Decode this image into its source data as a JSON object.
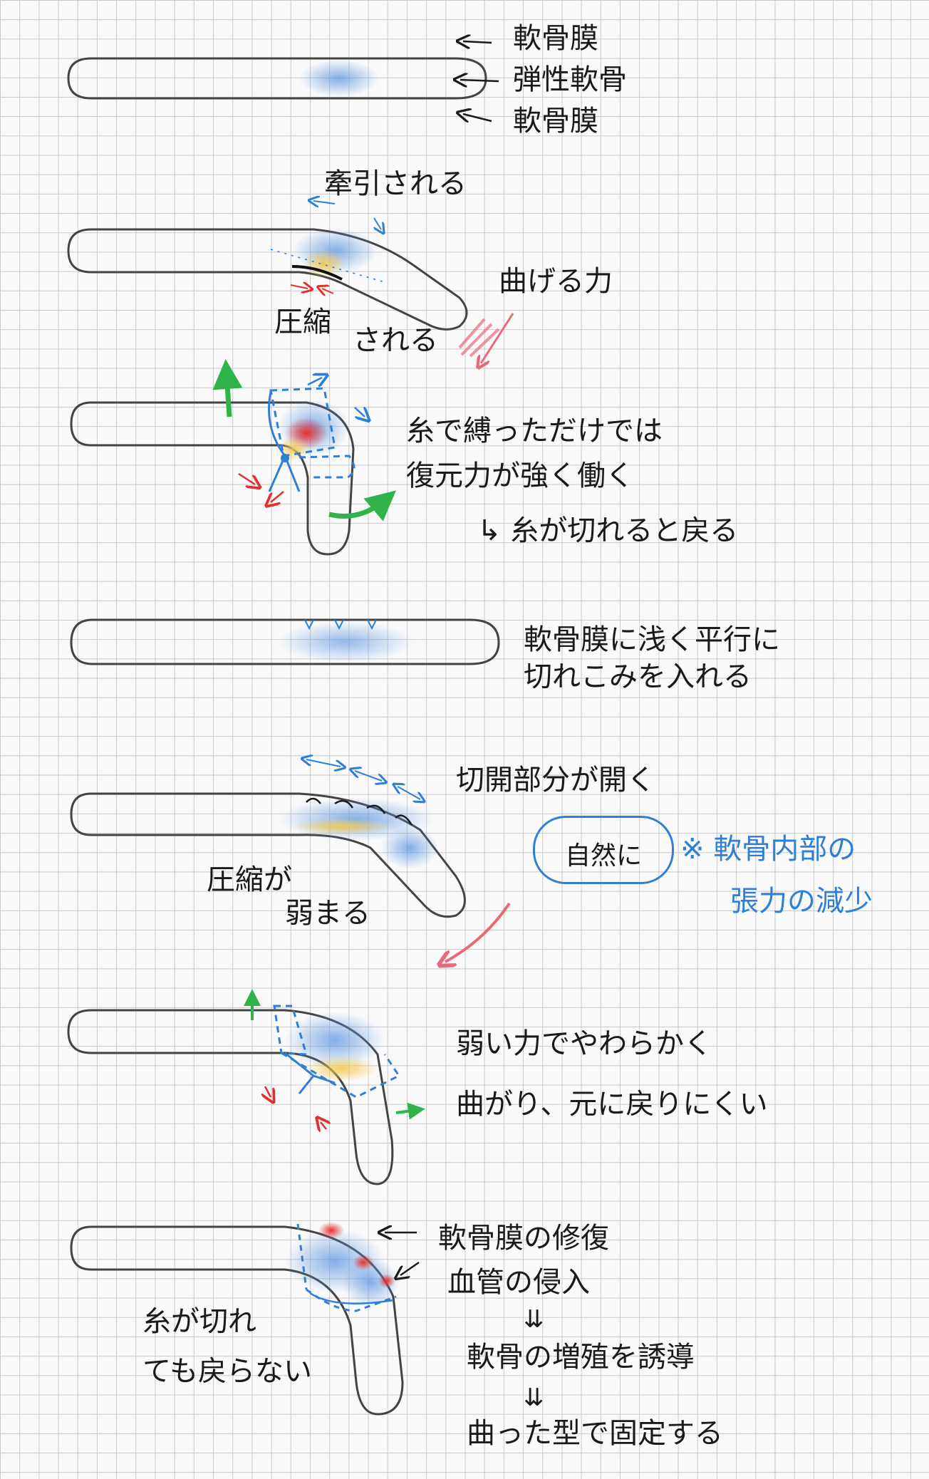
{
  "fig1": {
    "top_label": "軟骨膜",
    "mid_label": "弾性軟骨",
    "bottom_label": "軟骨膜"
  },
  "fig2": {
    "tension_label": "牽引される",
    "force_label": "曲げる力",
    "compress_label_1": "圧縮",
    "compress_label_2": "される"
  },
  "fig3": {
    "note_line1": "糸で縛っただけでは",
    "note_line2": "復元力が強く働く",
    "note_line3": "↳ 糸が切れると戻る"
  },
  "fig4": {
    "note_line1": "軟骨膜に浅く平行に",
    "note_line2": "切れこみを入れる"
  },
  "fig5": {
    "open_label": "切開部分が開く",
    "bubble_label": "自然に",
    "blue_note_line1": "※ 軟骨内部の",
    "blue_note_line2": "張力の減少",
    "compress_label_1": "圧縮が",
    "compress_label_2": "弱まる"
  },
  "fig6": {
    "note_line1": "弱い力でやわらかく",
    "note_line2": "曲がり、元に戻りにくい"
  },
  "fig7": {
    "arrow_label_1": "軟骨膜の修復",
    "arrow_label_2": "血管の侵入",
    "step_1": "軟骨の増殖を誘導",
    "step_2": "曲った型で固定する",
    "left_line1": "糸が切れ",
    "left_line2": "ても戻らない",
    "down_mark": "⇊"
  },
  "colors": {
    "ink": "#1a1a1a",
    "blue": "#2f7fd6",
    "red": "#e03030",
    "green": "#2fb34a",
    "yellow": "#f2c94c",
    "pink": "#e86a7a"
  }
}
